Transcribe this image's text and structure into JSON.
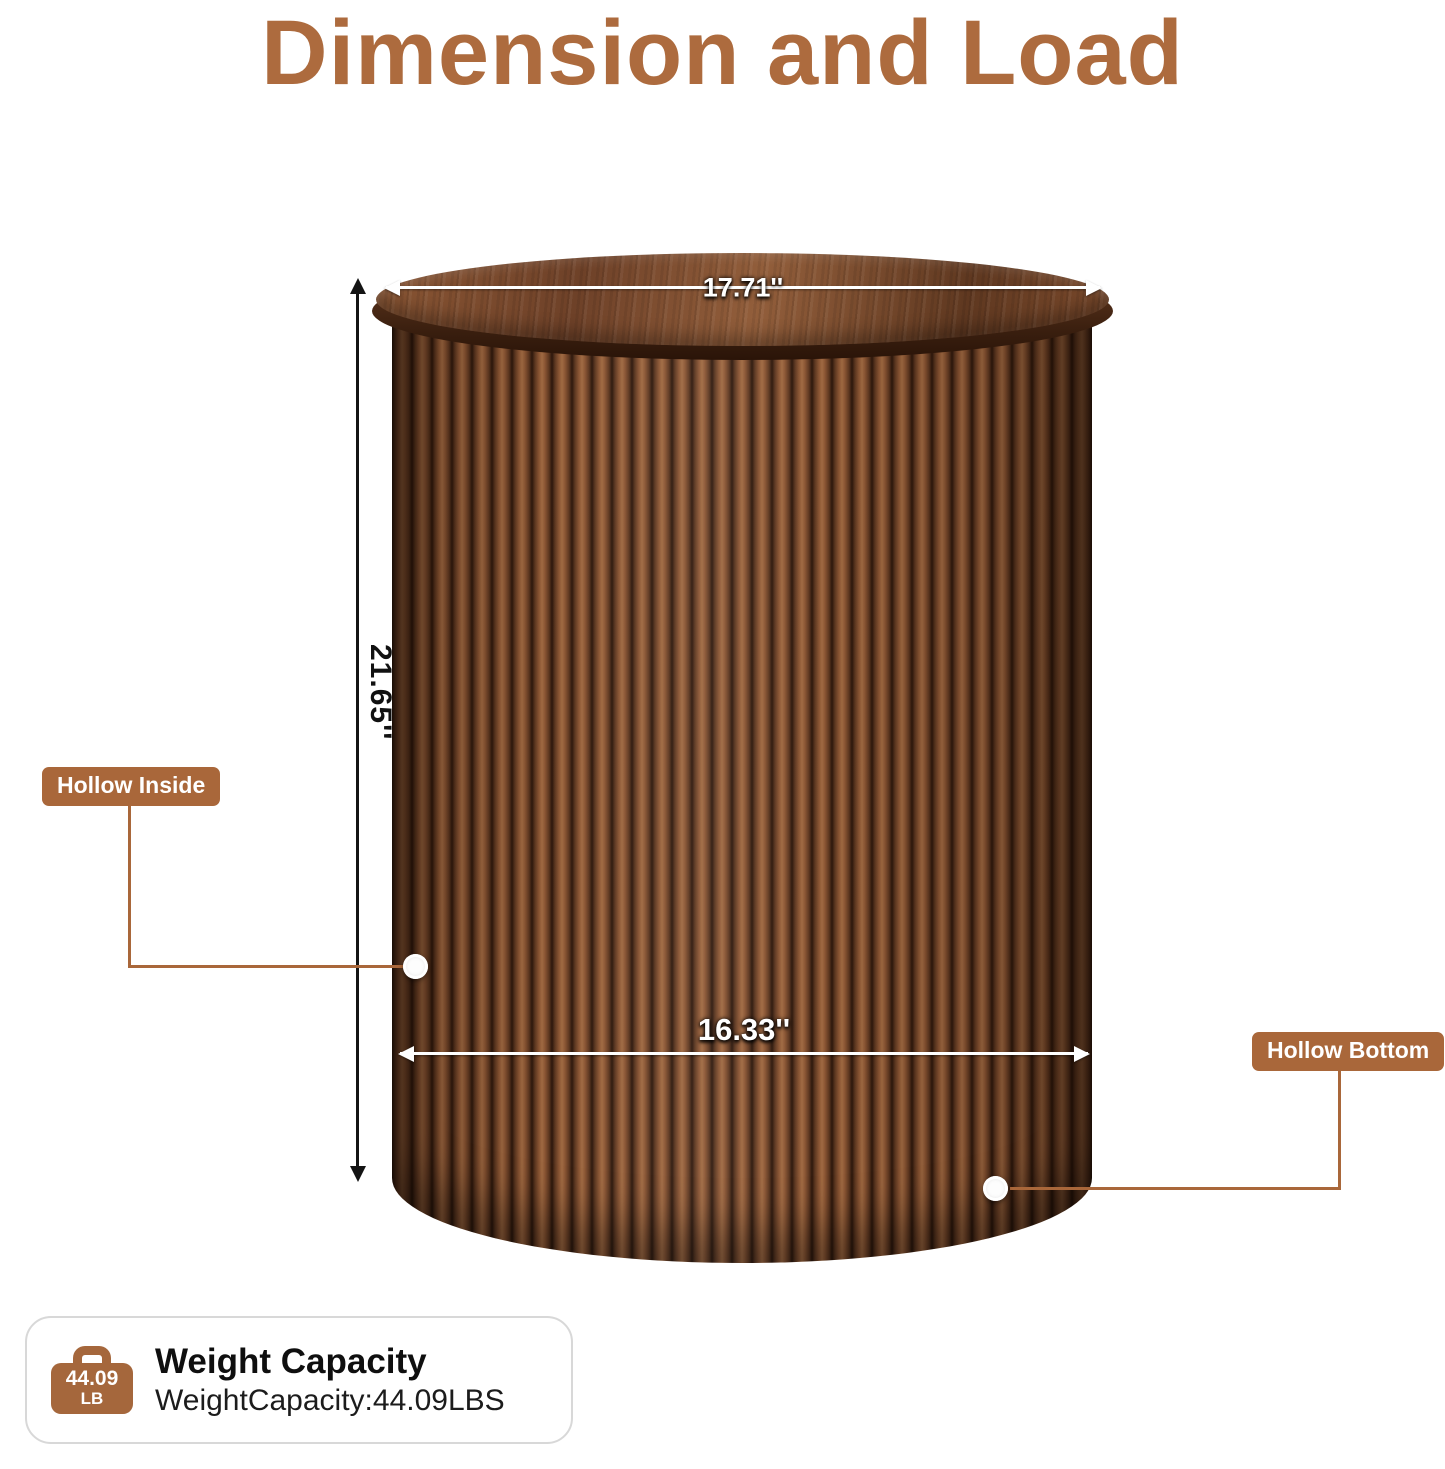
{
  "title": "Dimension and Load",
  "dimensions": {
    "top_diameter": "17.71''",
    "height": "21.65''",
    "body_diameter": "16.33''"
  },
  "callouts": {
    "hollow_inside": "Hollow Inside",
    "hollow_bottom": "Hollow Bottom"
  },
  "weight_capacity": {
    "badge_value": "44.09",
    "badge_unit": "LB",
    "title": "Weight Capacity",
    "text": "WeightCapacity:44.09LBS"
  },
  "colors": {
    "accent": "#ad6b3e",
    "badge": "#a9673a",
    "wood_dark": "#2c170c",
    "wood_mid": "#8a5533",
    "wood_light": "#a06a42"
  }
}
